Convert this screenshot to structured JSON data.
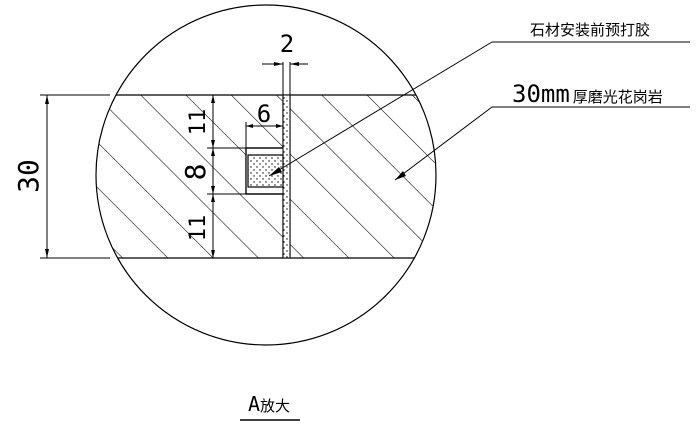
{
  "dimensions": {
    "joint_width": "2",
    "groove_depth": "6",
    "top_offset": "11",
    "groove_height": "8",
    "bottom_offset": "11",
    "total_thickness": "30"
  },
  "callouts": {
    "adhesive": "石材安装前预打胶",
    "stone_size": "30mm",
    "stone_desc": "厚磨光花岗岩"
  },
  "caption": {
    "letter": "A",
    "suffix": "放大"
  }
}
